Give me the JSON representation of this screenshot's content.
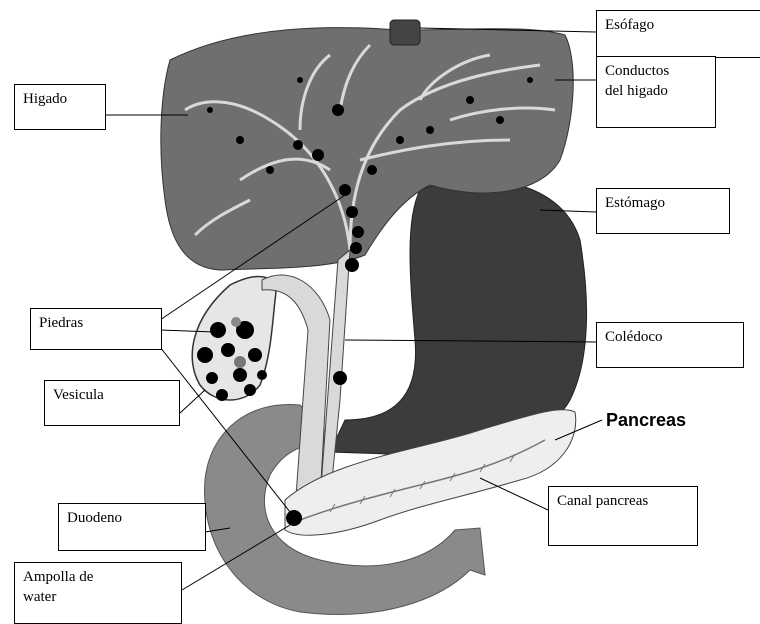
{
  "labels": {
    "esofago": "Esófago",
    "conductos": "Conductos\n del  higado",
    "higado": "Higado",
    "estomago": "Estómago",
    "piedras": "Piedras",
    "coledoco": "Colédoco",
    "vesicula": "Vesicula",
    "pancreas": "Pancreas",
    "duodeno": "Duodeno",
    "canal_pancreas": "Canal pancreas",
    "ampolla": "Ampolla de\nwater"
  },
  "colors": {
    "liver": "#6f6f6f",
    "stomach": "#3c3c3c",
    "duodenum": "#8a8a8a",
    "pancreas": "#eeeeee",
    "ducts": "#d9d9d9",
    "stones": "#000000"
  }
}
